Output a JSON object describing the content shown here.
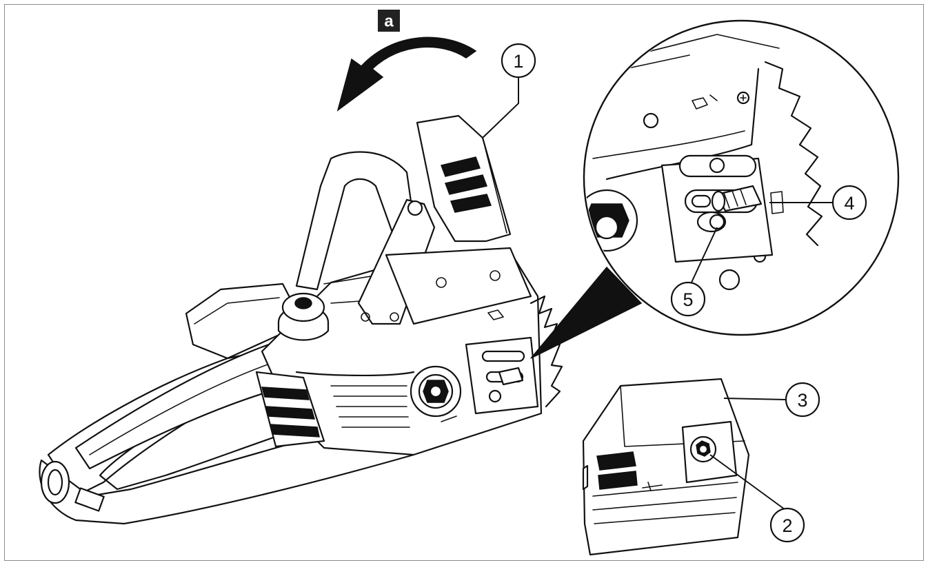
{
  "figure": {
    "step_badge": "a",
    "callouts": [
      "1",
      "2",
      "3",
      "4",
      "5"
    ],
    "colors": {
      "line": "#111111",
      "frame": "#8a8a8a",
      "badge_bg": "#222222",
      "background": "#ffffff"
    },
    "rotation_arrow": "counter-clockwise"
  }
}
